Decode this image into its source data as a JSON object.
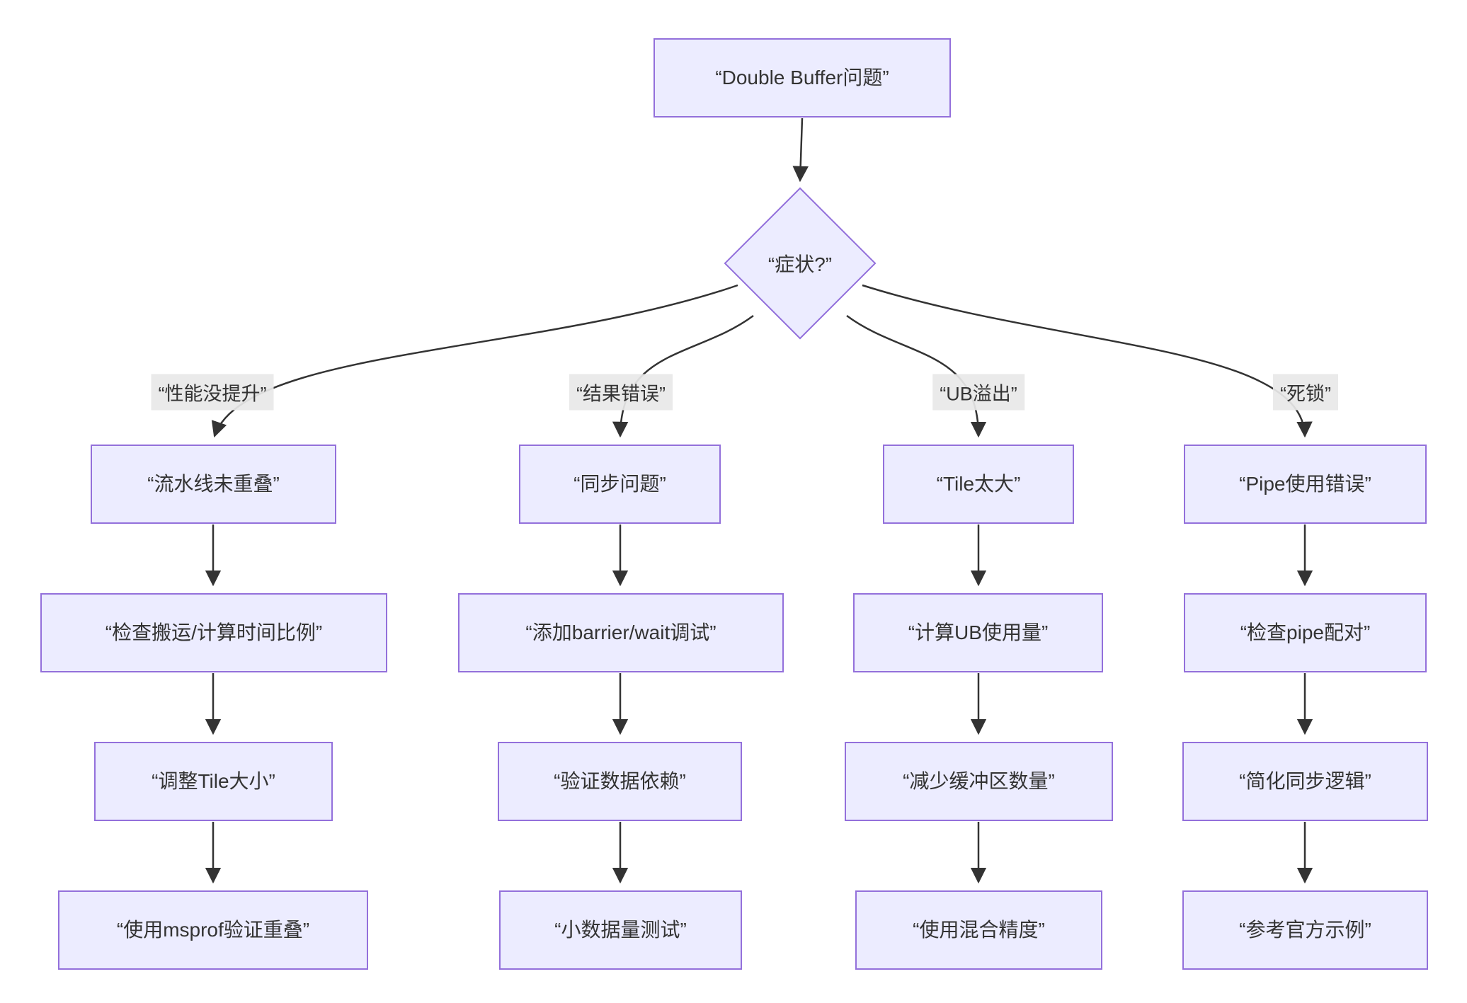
{
  "diagram": {
    "root_label": "“Double Buffer问题”",
    "decision_label": "“症状?”",
    "branches": [
      {
        "edge_label": "“性能没提升”",
        "steps": [
          "“流水线未重叠”",
          "“检查搬运/计算时间比例”",
          "“调整Tile大小”",
          "“使用msprof验证重叠”"
        ]
      },
      {
        "edge_label": "“结果错误”",
        "steps": [
          "“同步问题”",
          "“添加barrier/wait调试”",
          "“验证数据依赖”",
          "“小数据量测试”"
        ]
      },
      {
        "edge_label": "“UB溢出”",
        "steps": [
          "“Tile太大”",
          "“计算UB使用量”",
          "“减少缓冲区数量”",
          "“使用混合精度”"
        ]
      },
      {
        "edge_label": "“死锁”",
        "steps": [
          "“Pipe使用错误”",
          "“检查pipe配对”",
          "“简化同步逻辑”",
          "“参考官方示例”"
        ]
      }
    ],
    "colors": {
      "node_fill": "#ECECFF",
      "node_border": "#9370DB",
      "edge_line": "#333333",
      "edge_label_bg": "#E8E8E8",
      "text": "#333333"
    }
  }
}
